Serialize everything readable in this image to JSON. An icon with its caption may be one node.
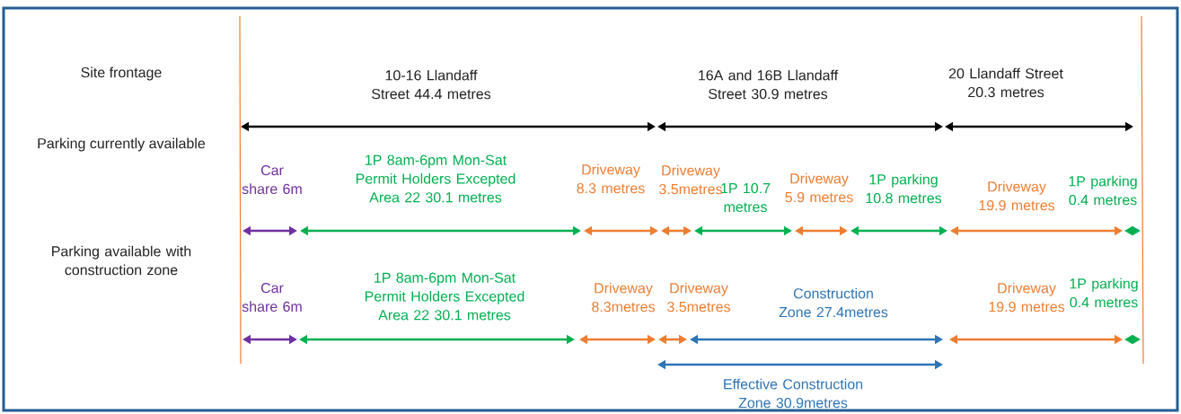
{
  "diagram": {
    "labels": [
      "Site frontage",
      "10-16 Llandaff Street 44.4 metres",
      "16A and 16B Llandaff Street 30.9 metres",
      "20 Llandaff Street 20.3 metres",
      "Parking currently available",
      "Car share 6m",
      "1P 8am-6pm Mon-Sat Permit Holders Excepted Area 22 30.1 metres",
      "Driveway 8.3 metres",
      "Driveway 3.5metres",
      "1P 10.7 metres",
      "Driveway 5.9 metres",
      "1P parking 10.8 metres",
      "Driveway 19.9 metres",
      "1P parking 0.4 metres",
      "Parking available with construction zone",
      "Car share 6m",
      "1P 8am-6pm Mon-Sat Permit Holders Excepted Area 22 30.1 metres",
      "Driveway 8.3metres",
      "Driveway 3.5metres",
      "Construction Zone 27.4metres",
      "Driveway 19.9 metres",
      "1P parking 0.4 metres",
      "Effective Construction Zone 30.9metres"
    ]
  }
}
